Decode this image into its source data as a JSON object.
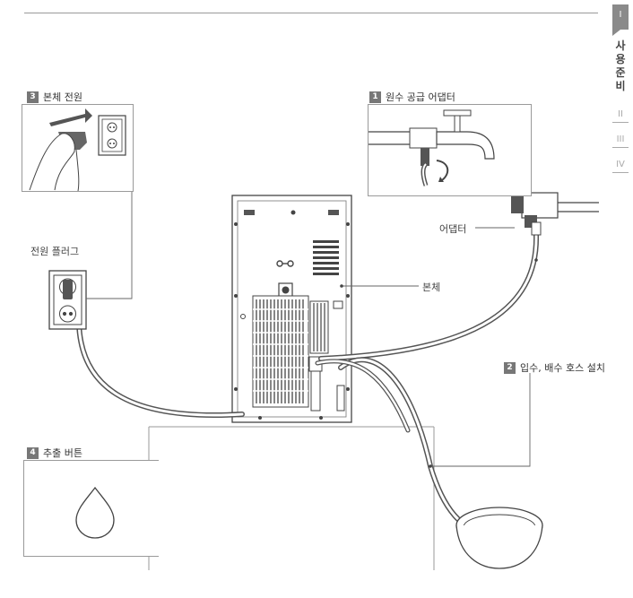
{
  "tabs": {
    "active": "I",
    "title_chars": [
      "사",
      "용",
      "준",
      "비"
    ],
    "others": [
      "II",
      "III",
      "IV"
    ]
  },
  "steps": [
    {
      "number": "3",
      "label": "본체 전원"
    },
    {
      "number": "1",
      "label": "원수 공급 어댑터"
    },
    {
      "number": "2",
      "label": "입수, 배수 호스 설치"
    },
    {
      "number": "4",
      "label": "추출 버튼"
    }
  ],
  "labels": {
    "power_plug": "전원 플러그",
    "adapter": "어댑터",
    "main_body": "본체"
  }
}
